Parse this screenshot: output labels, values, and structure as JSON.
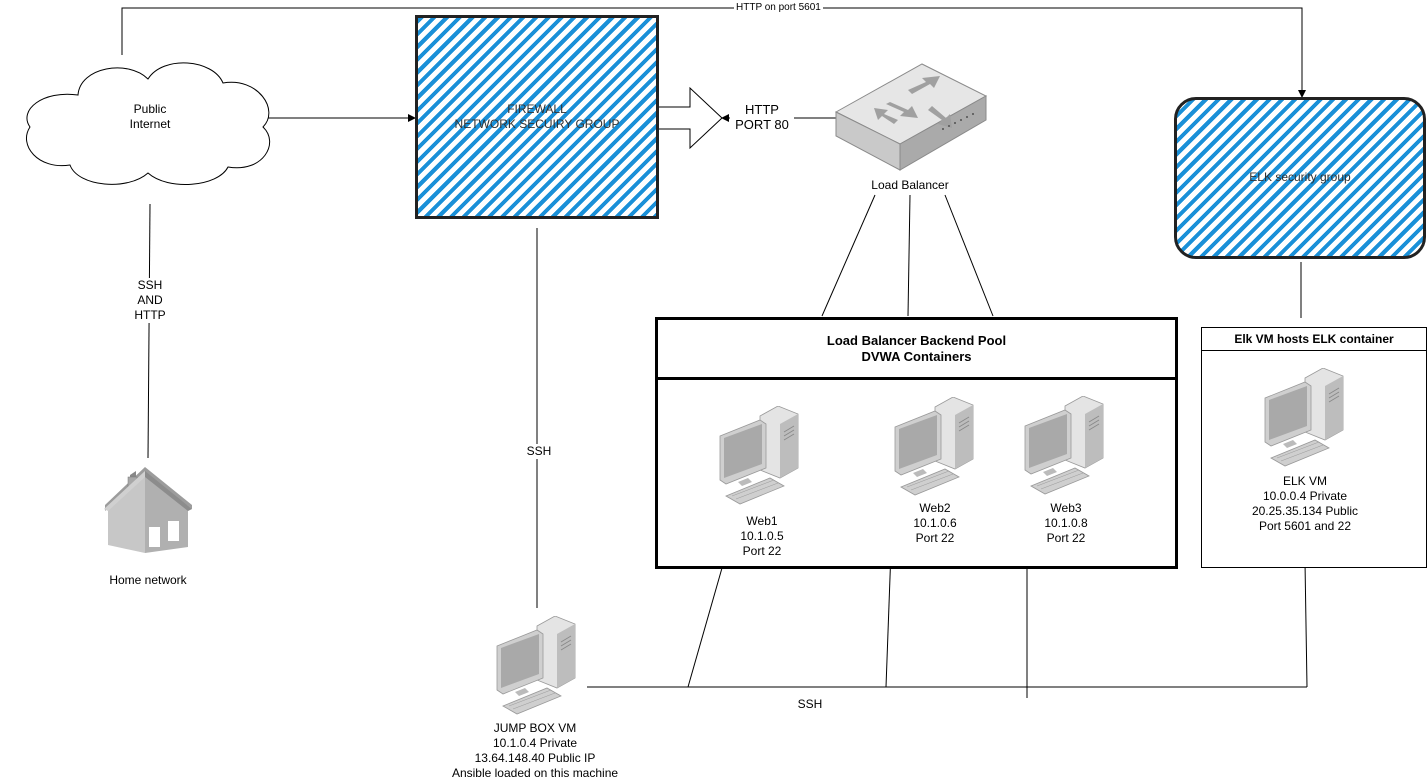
{
  "edges": {
    "http_5601": "HTTP on port 5601",
    "ssh_and_http": [
      "SSH",
      "AND",
      "HTTP"
    ],
    "http_port_80": [
      "HTTP",
      "PORT 80"
    ],
    "ssh_jumpbox": "SSH",
    "ssh_bus": "SSH"
  },
  "nodes": {
    "internet": [
      "Public",
      "Internet"
    ],
    "home": "Home network",
    "firewall": [
      "FIREWALL",
      "NETWORK SECUIRY GROUP"
    ],
    "load_balancer": "Load Balancer",
    "elk_group": "ELK security group",
    "pool": {
      "title": "Load Balancer Backend Pool",
      "subtitle": "DVWA Containers"
    },
    "elk_container": "Elk VM hosts ELK container",
    "web1": [
      "Web1",
      "10.1.0.5",
      "Port 22"
    ],
    "web2": [
      "Web2",
      "10.1.0.6",
      "Port 22"
    ],
    "web3": [
      "Web3",
      "10.1.0.8",
      "Port 22"
    ],
    "elk_vm": [
      "ELK VM",
      "10.0.0.4 Private",
      "20.25.35.134 Public",
      "Port 5601 and 22"
    ],
    "jumpbox": [
      "JUMP BOX VM",
      "10.1.0.4 Private",
      "13.64.148.40 Public IP",
      "Ansible loaded on this machine"
    ]
  },
  "icons": {
    "cloud": "cloud-icon",
    "house": "house-icon",
    "router": "load-balancer-router-icon",
    "computer": "desktop-computer-icon"
  },
  "colors": {
    "hatch": "#1a90d8",
    "line": "#000000"
  }
}
